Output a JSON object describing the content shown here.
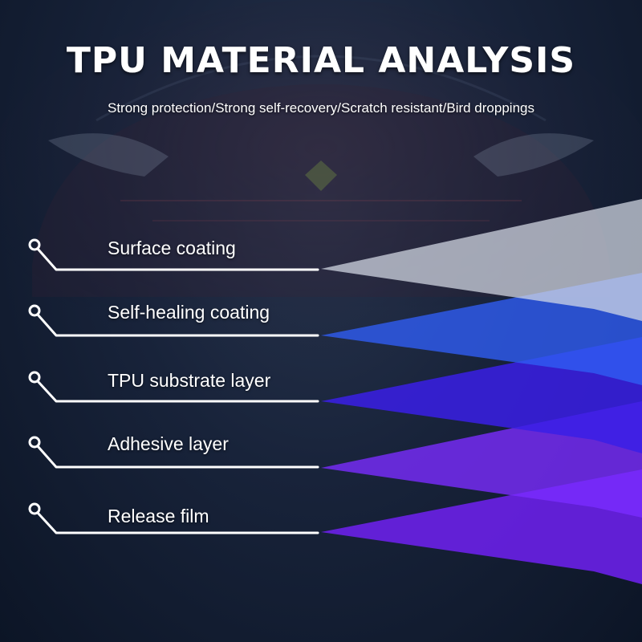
{
  "header": {
    "title": "TPU MATERIAL ANALYSIS",
    "subtitle": "Strong protection/Strong self-recovery/Scratch resistant/Bird droppings"
  },
  "layers": [
    {
      "label": "Surface coating",
      "color": "#d6dbe6"
    },
    {
      "label": "Self-healing coating",
      "color": "#5a86ee"
    },
    {
      "label": "TPU substrate layer",
      "color": "#2d3dff"
    },
    {
      "label": "Adhesive layer",
      "color": "#5a1fe0"
    },
    {
      "label": "Release film",
      "color": "#7a2cff"
    }
  ]
}
